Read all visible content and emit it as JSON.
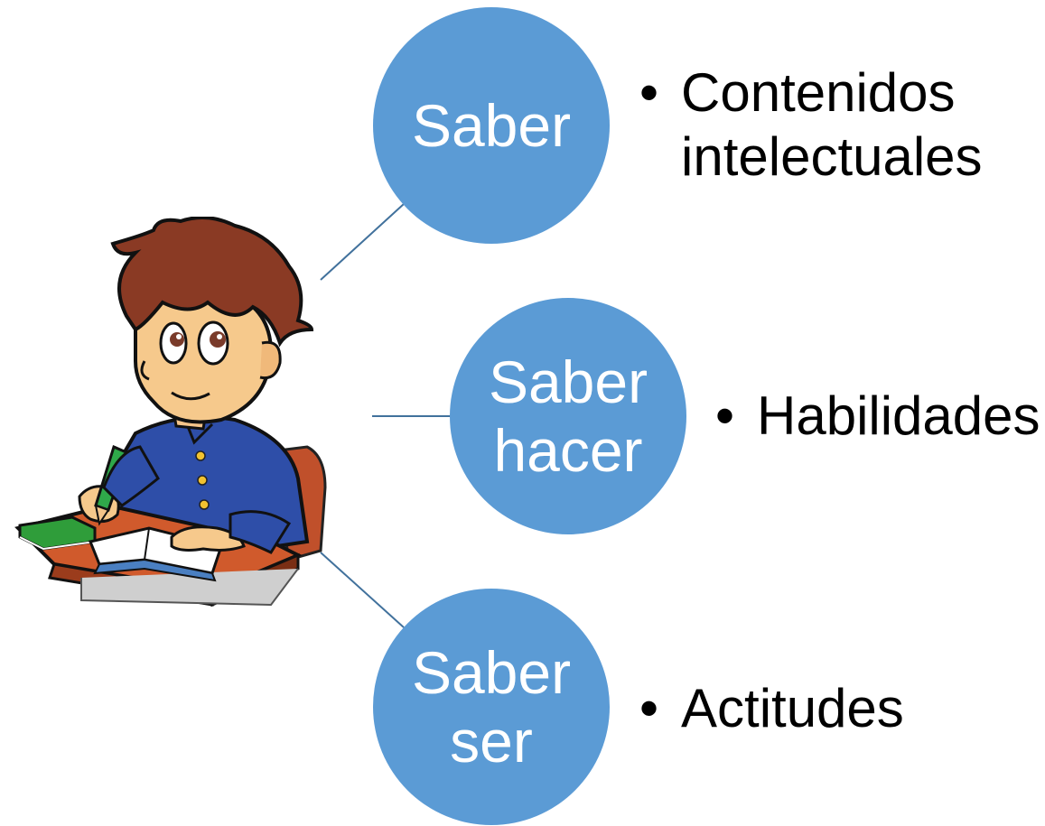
{
  "nodes": [
    {
      "lines": [
        "Saber"
      ],
      "item": [
        "Contenidos",
        "intelectuales"
      ]
    },
    {
      "lines": [
        "Saber",
        "hacer"
      ],
      "item": [
        "Habilidades"
      ]
    },
    {
      "lines": [
        "Saber",
        "ser"
      ],
      "item": [
        "Actitudes"
      ]
    }
  ],
  "bullet_glyph": "•",
  "colors": {
    "node_fill": "#5b9bd5",
    "connector": "#41719c",
    "label_text": "#000000"
  },
  "illustration_icon": "student-writing-at-desk"
}
